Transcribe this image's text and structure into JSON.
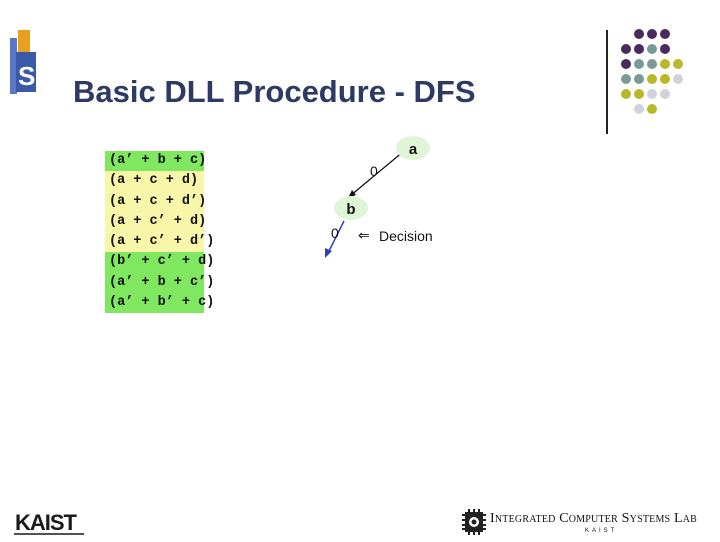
{
  "slide": {
    "title": "Basic DLL Procedure - DFS"
  },
  "clauses": [
    {
      "text": "(a’ + b + c)",
      "color": "#80e860"
    },
    {
      "text": "(a + c + d)",
      "color": "#f8f6a8"
    },
    {
      "text": "(a + c + d’)",
      "color": "#f8f6a8"
    },
    {
      "text": "(a + c’ + d)",
      "color": "#f8f6a8"
    },
    {
      "text": "(a + c’ + d’)",
      "color": "#f8f6a8"
    },
    {
      "text": "(b’ + c’ + d)",
      "color": "#80e860"
    },
    {
      "text": "(a’ + b + c’)",
      "color": "#80e860"
    },
    {
      "text": "(a’ + b’ + c)",
      "color": "#80e860"
    }
  ],
  "tree": {
    "node_a": "a",
    "node_b": "b",
    "edge_ab_label": "0",
    "edge_b_label": "0",
    "decision_marker": "⇐",
    "decision_label": "Decision"
  },
  "footer": {
    "left_logo": "KAIST",
    "right_logo": "Integrated Computer Systems Lab",
    "right_logo_sub": "KAIST"
  },
  "colors": {
    "title": "#2d3a63",
    "satisfied_clause": "#80e860",
    "pending_clause": "#f8f6a8",
    "node_fill": "#dff5d6",
    "edge_arrow": "#3040b0",
    "dot_purple": "#4a2a5e",
    "dot_teal": "#7a9a9a",
    "dot_olive": "#b8b828",
    "dot_light": "#d0d2dc"
  }
}
